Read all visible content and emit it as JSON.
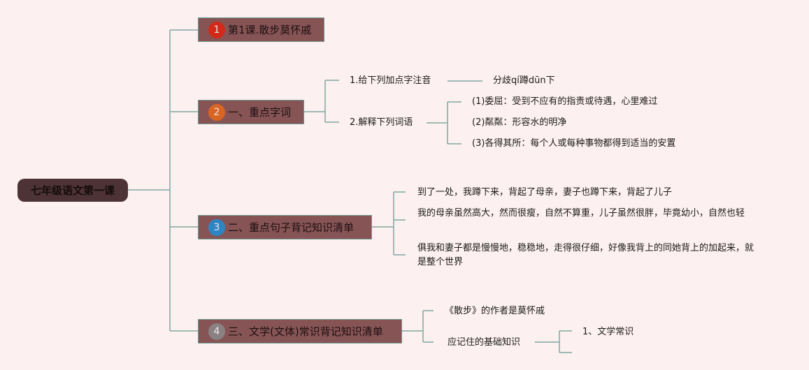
{
  "root": {
    "label": "七年级语文第一课"
  },
  "branches": [
    {
      "badge": "1",
      "label": "第1课.散步莫怀戚",
      "color": "#e0220e"
    },
    {
      "badge": "2",
      "label": "一、重点字词",
      "color": "#e8681a",
      "children": [
        {
          "label": "1.给下列加点字注音",
          "children": [
            "分歧qí蹲dūn下"
          ]
        },
        {
          "label": "2.解释下列词语",
          "children": [
            "(1)委屈：受到不应有的指责或待遇，心里难过",
            "(2)粼粼：形容水的明净",
            "(3)各得其所：每个人或每种事物都得到适当的安置"
          ]
        }
      ]
    },
    {
      "badge": "3",
      "label": "二、重点句子背记知识清单",
      "color": "#1e8fd6",
      "children": [
        "到了一处，我蹲下来，背起了母亲，妻子也蹲下来，背起了儿子",
        "我的母亲虽然高大，然而很瘦，自然不算重，儿子虽然很胖，毕竟幼小，自然也轻",
        "俱我和妻子都是慢慢地，稳稳地，走得很仔细，好像我背上的同她背上的加起来，就是整个世界"
      ]
    },
    {
      "badge": "4",
      "label": "三、文学(文体)常识背记知识清单",
      "color": "#8a8a8a",
      "children": [
        {
          "label": "《散步》的作者是莫怀戚"
        },
        {
          "label": "应记住的基础知识",
          "children": [
            "1、文学常识",
            ""
          ]
        }
      ]
    }
  ]
}
